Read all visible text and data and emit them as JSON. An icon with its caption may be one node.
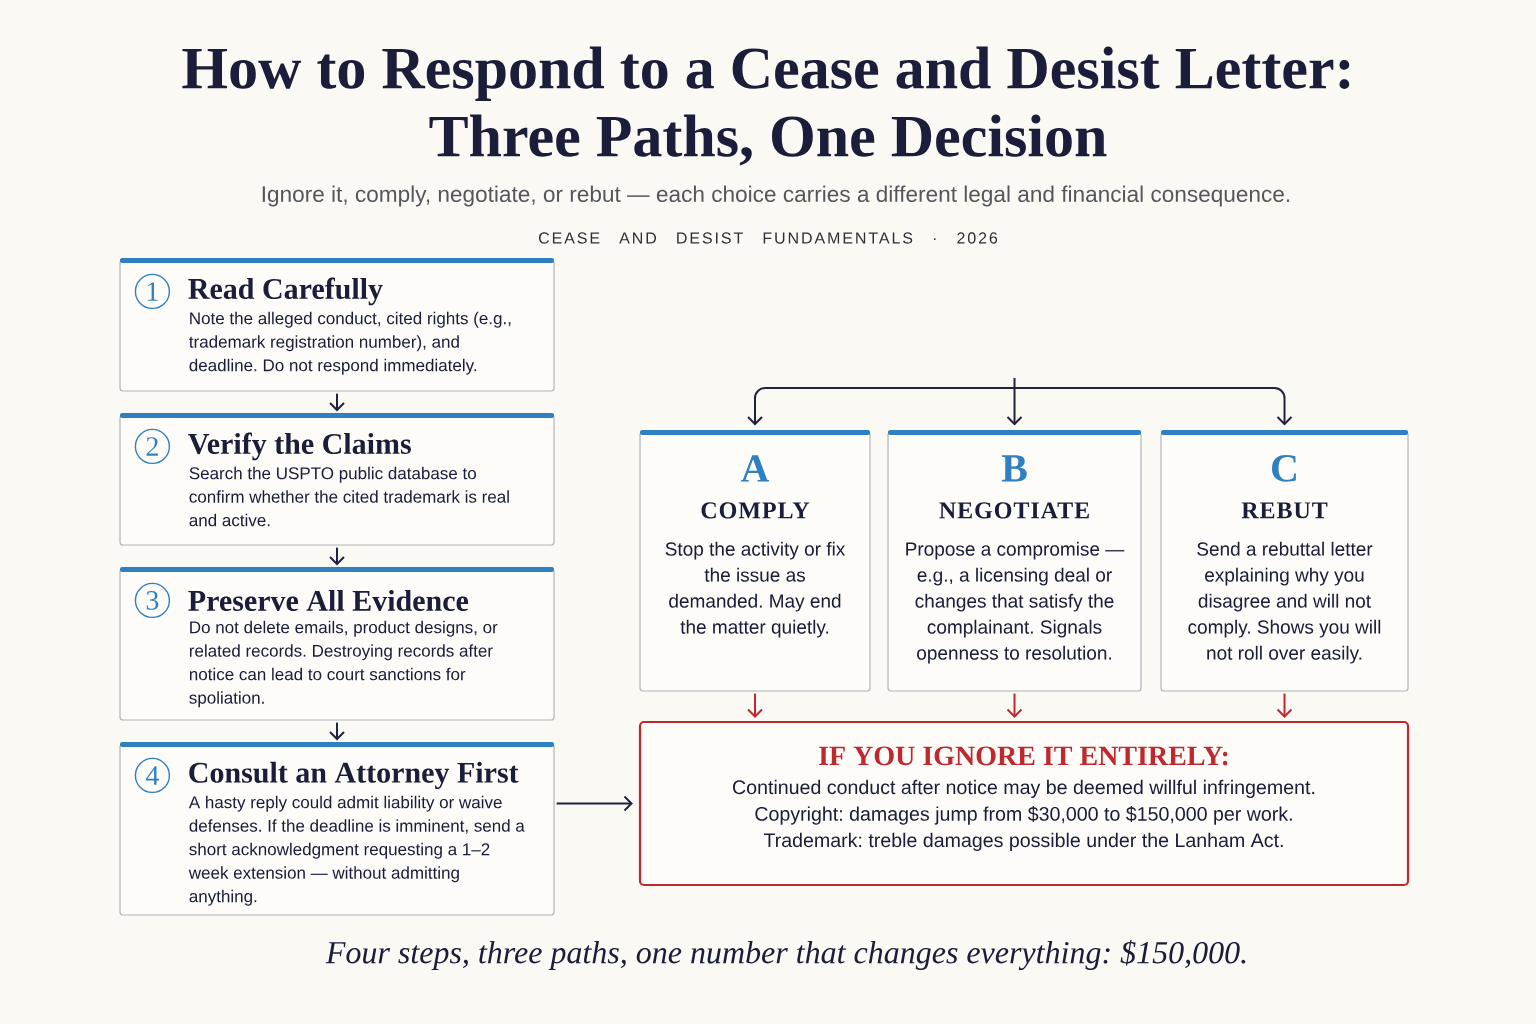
{
  "diagram": {
    "title": "How to Respond to a Cease and Desist Letter: Three Paths, One Decision",
    "caption": "Four steps, three paths, one number that changes everything: $150,000.",
    "nodes": [
      {
        "text": [
          "Read Carefully",
          "Note the alleged conduct, cited rights (e.g., trademark registration number), and deadline. Do not respond immediately."
        ]
      },
      {
        "text": [
          "1"
        ],
        "in": 0
      },
      {
        "text": [
          "Verify the Claims",
          "Search the USPTO public database to confirm whether the cited trademark is real and active."
        ]
      },
      {
        "text": [
          "2"
        ],
        "in": 2
      },
      {
        "text": [
          "Preserve All Evidence",
          "Do not delete emails, product designs, or related records. Destroying records after notice can lead to court sanctions for spoliation."
        ]
      },
      {
        "text": [
          "3"
        ],
        "in": 4
      },
      {
        "text": [
          "Consult an Attorney First",
          "A hasty reply could admit liability or waive defenses. If the deadline is imminent, send a short acknowledgment requesting a 1–2 week extension — without admitting anything."
        ]
      },
      {
        "text": [
          "4"
        ],
        "in": 6
      },
      {
        "text": [
          "A",
          "COMPLY",
          "Stop the activity or fix the issue as demanded. May end the matter quietly."
        ]
      },
      {
        "text": [
          "B",
          "NEGOTIATE",
          "Propose a compromise — e.g., a licensing deal or changes that satisfy the complainant. Signals openness to resolution."
        ]
      },
      {
        "text": [
          "C",
          "REBUT",
          "Send a rebuttal letter explaining why you disagree and will not comply. Shows you will not roll over easily."
        ]
      },
      {
        "text": [
          "IF YOU IGNORE IT ENTIRELY:",
          "Continued conduct after notice may be deemed willful infringement.",
          "Copyright: damages jump from $30,000 to $150,000 per work.",
          "Trademark: treble damages possible under the Lanham Act."
        ]
      }
    ],
    "edges": [
      {
        "from": 0,
        "to": 2,
        "arrow": "to"
      },
      {
        "from": 2,
        "to": 4,
        "arrow": "to"
      },
      {
        "from": 4,
        "to": 6,
        "arrow": "to"
      },
      {
        "from": null,
        "to": 8,
        "arrow": "to"
      },
      {
        "from": null,
        "to": 9,
        "arrow": "to"
      },
      {
        "from": null,
        "to": 10,
        "arrow": "to"
      },
      {
        "from": 8,
        "to": 11,
        "arrow": "to",
        "color": "#c0282d"
      },
      {
        "from": 9,
        "to": 11,
        "arrow": "to",
        "color": "#c0282d"
      },
      {
        "from": 10,
        "to": 11,
        "arrow": "to",
        "color": "#c0282d"
      },
      {
        "from": 6,
        "to": 11,
        "arrow": "to"
      }
    ],
    "labels": [
      "Ignore it, comply, negotiate, or rebut — each choice carries a different legal and financial consequence.",
      "CEASE AND DESIST FUNDAMENTALS · 2026"
    ]
  }
}
